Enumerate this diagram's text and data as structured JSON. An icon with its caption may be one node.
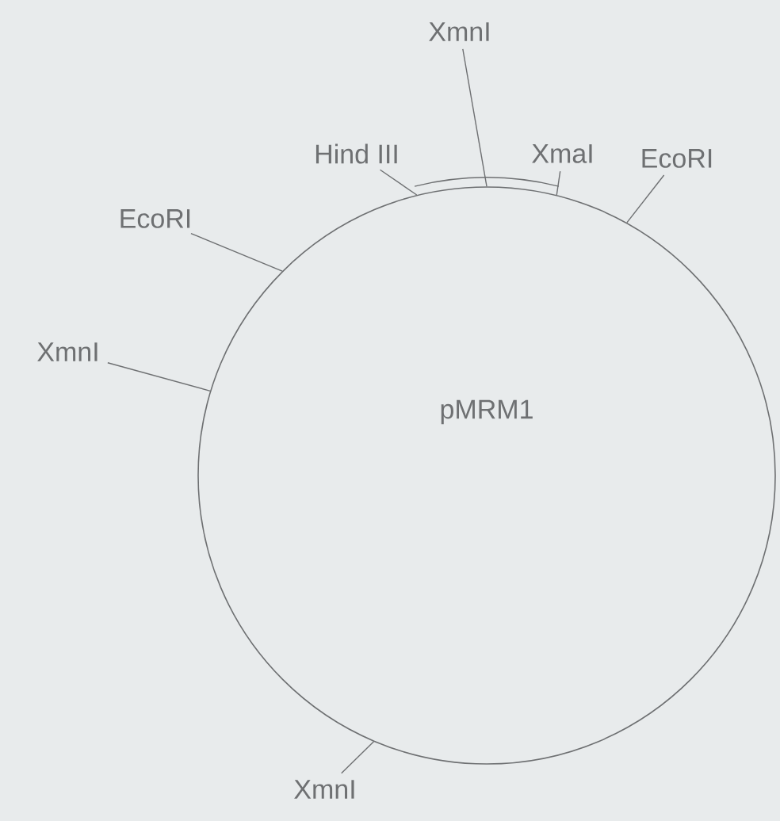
{
  "diagram": {
    "nodes": [
      {
        "text": [
          "pMRM1"
        ]
      },
      {
        "text": [
          "XmnI"
        ]
      },
      {
        "text": [
          "Hind III"
        ]
      },
      {
        "text": [
          "XmaI"
        ]
      },
      {
        "text": [
          "EcoRI"
        ]
      },
      {
        "text": [
          "EcoRI"
        ]
      },
      {
        "text": [
          "XmnI"
        ]
      },
      {
        "text": [
          "XmnI"
        ]
      }
    ],
    "edges": [
      {
        "from": 1,
        "to": 0,
        "arrow": "none"
      },
      {
        "from": 2,
        "to": 0,
        "arrow": "none"
      },
      {
        "from": 3,
        "to": 0,
        "arrow": "none"
      },
      {
        "from": 4,
        "to": 0,
        "arrow": "none"
      },
      {
        "from": 5,
        "to": 0,
        "arrow": "none"
      },
      {
        "from": 6,
        "to": 0,
        "arrow": "none"
      },
      {
        "from": 7,
        "to": 0,
        "arrow": "none"
      }
    ]
  }
}
